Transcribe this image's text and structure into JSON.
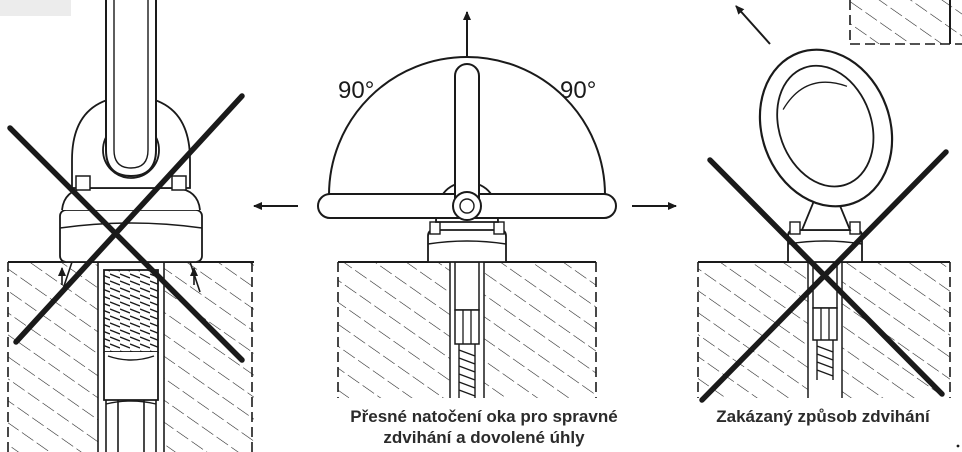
{
  "labels": {
    "angle_left": "90°",
    "angle_right": "90°"
  },
  "captions": {
    "center_line1": "Přesné natočení oka pro spravné",
    "center_line2": "zdvihání a dovolené úhly",
    "right": "Zakázaný způsob zdvihání"
  }
}
